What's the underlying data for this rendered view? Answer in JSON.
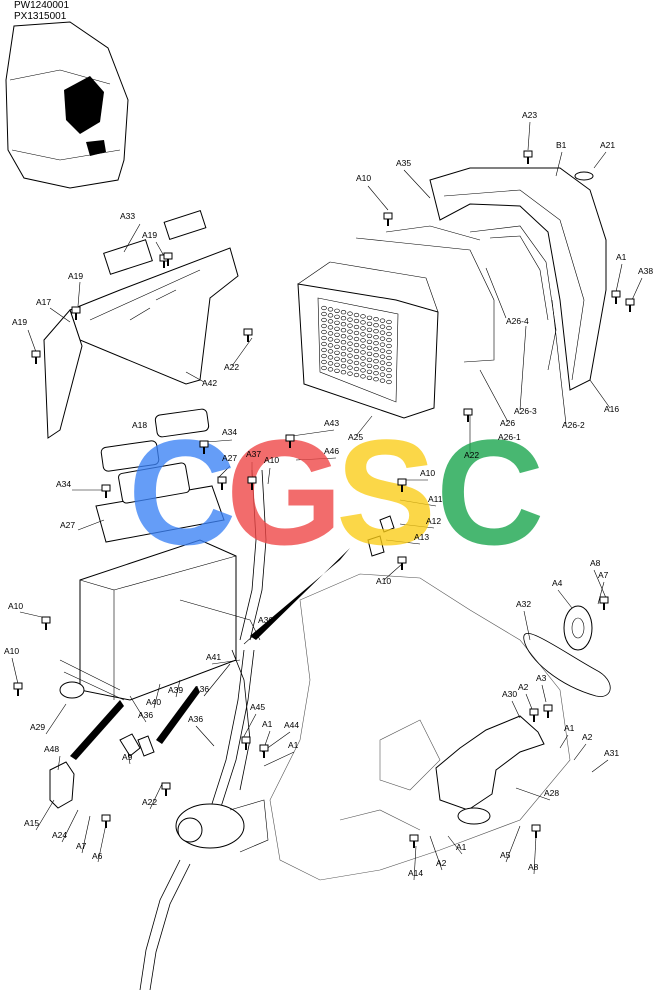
{
  "header": {
    "line1": "PW1240001",
    "line2": "PX1315001"
  },
  "watermark": {
    "letters": [
      {
        "char": "C",
        "color": "#3b82f6"
      },
      {
        "char": "G",
        "color": "#ef4444"
      },
      {
        "char": "S",
        "color": "#facc15"
      },
      {
        "char": "C",
        "color": "#16a34a"
      }
    ]
  },
  "callouts": [
    "A23",
    "B1",
    "A21",
    "A35",
    "A10",
    "A1",
    "A38",
    "A33",
    "A19",
    "A19",
    "A17",
    "A19",
    "A26-4",
    "A22",
    "A42",
    "A26-3",
    "A26-2",
    "A16",
    "A25",
    "A26",
    "A26-1",
    "A18",
    "A43",
    "A34",
    "A46",
    "A27",
    "A37",
    "A10",
    "A22",
    "A10",
    "A34",
    "A11",
    "A12",
    "A27",
    "A13",
    "A10",
    "A8",
    "A7",
    "A4",
    "A32",
    "A10",
    "A36",
    "A10",
    "A41",
    "A36",
    "A3",
    "A2",
    "A30",
    "A39",
    "A40",
    "A29",
    "A36",
    "A36",
    "A45",
    "A1",
    "A44",
    "A1",
    "A2",
    "A31",
    "A48",
    "A1",
    "A9",
    "A22",
    "A28",
    "A15",
    "A24",
    "A7",
    "A6",
    "A1",
    "A2",
    "A14",
    "A5",
    "A8"
  ]
}
